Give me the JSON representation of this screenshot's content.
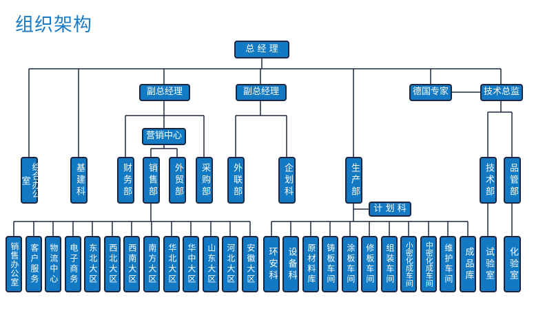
{
  "title": "组织架构",
  "colors": {
    "box_fill": "#1279c2",
    "box_border": "#1b2740",
    "line": "#1b2740",
    "title": "#1a7cc8"
  },
  "nodes": {
    "gm": "总 经 理",
    "vp1": "副总经理",
    "vp2": "副总经理",
    "german_expert": "德国专家",
    "tech_director": "技术总监",
    "marketing_center": "营销中心",
    "plan_dept": "计 划 科",
    "general_office": "综合办公室",
    "construction": "基建科",
    "finance": "财务部",
    "sales": "销售部",
    "foreign_trade": "外贸部",
    "purchasing": "采购部",
    "external_relations": "外联部",
    "planning": "企划科",
    "production": "生产部",
    "technology": "技术部",
    "quality": "品管部",
    "sales_subs": [
      "销售办公室",
      "客户服务",
      "物流中心",
      "电子商务",
      "东北大区",
      "西北大区",
      "西南大区",
      "南方大区",
      "华北大区",
      "华中大区",
      "山东大区",
      "河北大区",
      "安徽大区"
    ],
    "prod_subs": [
      "环安科",
      "设备科",
      "原材料库",
      "铸板车间",
      "涂板车间",
      "修板车间",
      "组装车间",
      "小密化成车间",
      "中密化成车间",
      "维护车间",
      "成品库"
    ],
    "tech_subs": [
      "试验室"
    ],
    "quality_subs": [
      "化验室"
    ]
  }
}
